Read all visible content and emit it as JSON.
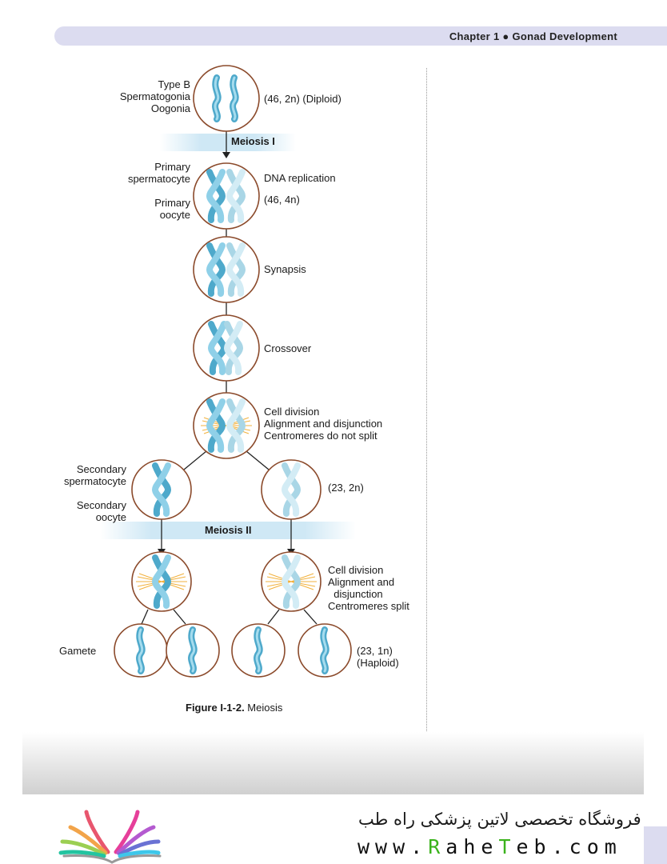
{
  "header": {
    "chapter": "Chapter 1",
    "section": "Gonad Development"
  },
  "labels": {
    "typeb": [
      "Type B",
      "Spermatogonia",
      "Oogonia"
    ],
    "diploid": "(46, 2n) (Diploid)",
    "meiosis1": "Meiosis I",
    "primary_sperm": [
      "Primary",
      "spermatocyte"
    ],
    "primary_oocyte": [
      "Primary",
      "oocyte"
    ],
    "dna": "DNA replication",
    "n46_4": "(46, 4n)",
    "synapsis": "Synapsis",
    "crossover": "Crossover",
    "div1": [
      "Cell division",
      "Alignment and disjunction",
      "Centromeres do not split"
    ],
    "sec_sperm": [
      "Secondary",
      "spermatocyte"
    ],
    "sec_oocyte": [
      "Secondary",
      "oocyte"
    ],
    "n23_2": "(23, 2n)",
    "meiosis2": "Meiosis II",
    "div2": [
      "Cell division",
      "Alignment and",
      "  disjunction",
      "Centromeres split"
    ],
    "gamete": "Gamete",
    "haploid": [
      "(23, 1n)",
      "(Haploid)"
    ]
  },
  "caption": {
    "label": "Figure I-1-2.",
    "text": " Meiosis"
  },
  "footer": {
    "persian": "فروشگاه تخصصی لاتین پزشکی  راه طب",
    "url_a": "www.",
    "url_r": "R",
    "url_b": "ahe",
    "url_t": "T",
    "url_c": "eb.com"
  },
  "colors": {
    "circle": "#8b4a2b",
    "chromosome": "#6ab9d6",
    "band": "#cfe8f5"
  }
}
